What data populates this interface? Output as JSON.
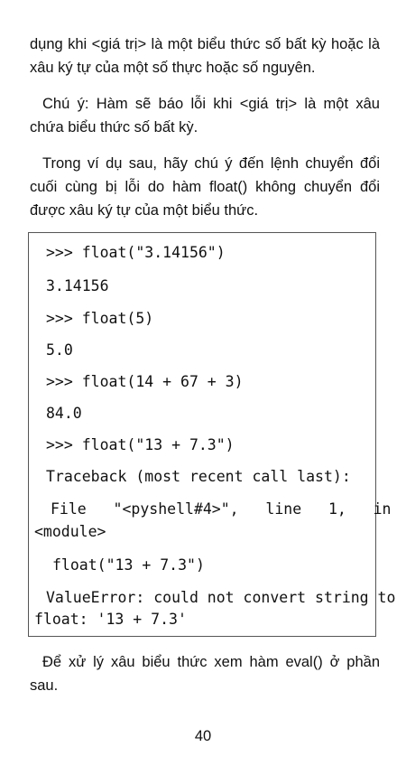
{
  "paragraphs": {
    "p1": "dụng khi <giá trị> là một biểu thức số bất kỳ hoặc là xâu ký tự của một số thực hoặc số nguyên.",
    "p2": "Chú ý: Hàm sẽ báo lỗi khi <giá trị> là một xâu chứa biểu thức số bất kỳ.",
    "p3": "Trong ví dụ sau, hãy chú ý đến lệnh chuyển đổi cuối cùng bị lỗi do hàm float() không chuyển đổi được xâu ký tự của một biểu thức.",
    "p4": "Để xử lý xâu biểu thức xem hàm eval() ở phần sau."
  },
  "code": {
    "line1": ">>> float(\"3.14156\")",
    "line2": "3.14156",
    "line3": ">>> float(5)",
    "line4": "5.0",
    "line5": ">>> float(14 + 67 + 3)",
    "line6": "84.0",
    "line7": ">>> float(\"13 + 7.3\")",
    "line8": "Traceback (most recent call last):",
    "line9a": "File   \"<pyshell#4>\",   line   1,   in",
    "line9b": "<module>",
    "line10": "float(\"13 + 7.3\")",
    "line11a": "ValueError: could not convert string to",
    "line11b": "float: '13 + 7.3'"
  },
  "page_number": "40"
}
